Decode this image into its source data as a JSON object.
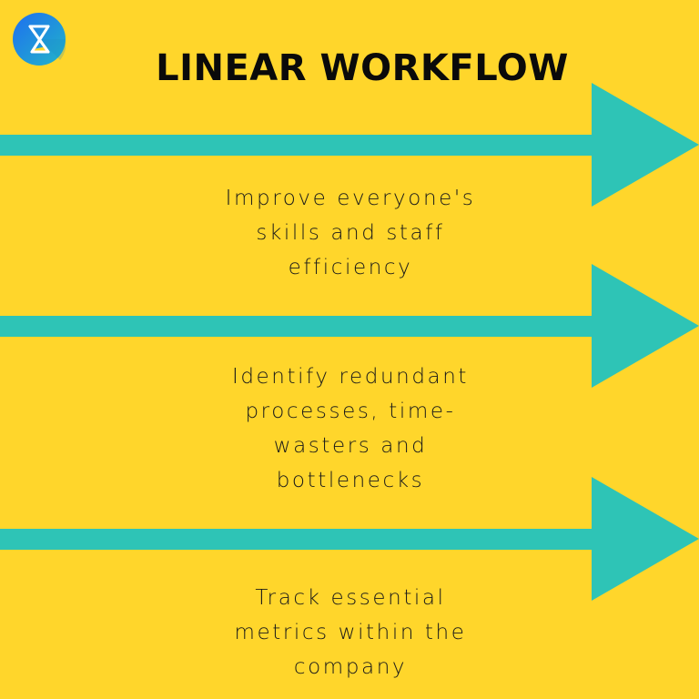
{
  "colors": {
    "background": "#FFD62B",
    "arrow": "#2EC4B6",
    "text": "#111111",
    "logo_gradient_start": "#1E6FF0",
    "logo_gradient_end": "#22B5C8"
  },
  "logo": {
    "icon": "hourglass-icon"
  },
  "title": "LINEAR WORKFLOW",
  "steps": [
    {
      "lines": [
        "Improve everyone's",
        "skills and staff",
        "efficiency"
      ]
    },
    {
      "lines": [
        "Identify redundant",
        "processes, time-",
        "wasters and",
        "bottlenecks"
      ]
    },
    {
      "lines": [
        "Track essential",
        "metrics within the",
        "company"
      ]
    }
  ],
  "arrows": [
    {
      "icon": "arrow-right-icon"
    },
    {
      "icon": "arrow-right-icon"
    },
    {
      "icon": "arrow-right-icon"
    }
  ]
}
